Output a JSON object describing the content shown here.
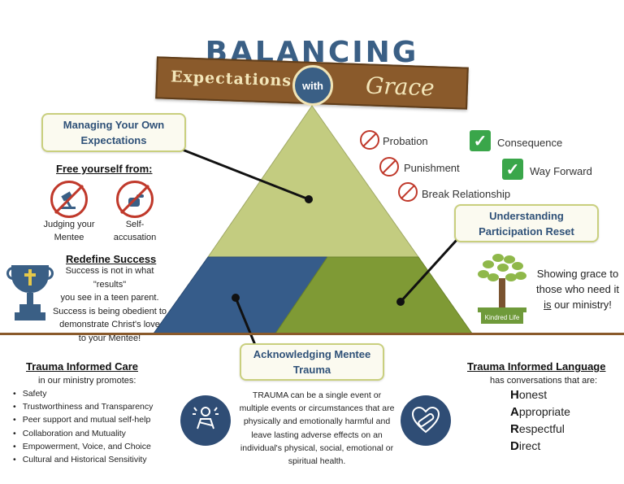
{
  "title": {
    "main": "BALANCING",
    "expectations": "Expectations",
    "with": "with",
    "grace": "Grace"
  },
  "left": {
    "managing_callout": "Managing Your Own Expectations",
    "free_heading": "Free yourself from:",
    "icon1_label_line1": "Judging your",
    "icon1_label_line2": "Mentee",
    "icon2_label_line1": "Self-",
    "icon2_label_line2": "accusation",
    "redefine_heading": "Redefine Success",
    "redefine_lines": [
      "Success is not in what \"results\"",
      "you see in a teen parent.",
      "Success is being obedient to",
      "demonstrate Christ's love",
      "to your Mentee!"
    ]
  },
  "right": {
    "stop_items": [
      "Probation",
      "Punishment",
      "Break Relationship"
    ],
    "check_items": [
      "Consequence",
      "Way Forward"
    ],
    "reset_callout": "Understanding Participation Reset",
    "grace_lines": [
      "Showing grace to",
      "those who need it",
      "is our ministry!"
    ],
    "grace_is": "is",
    "grace_rest": " our ministry!",
    "kindred_label": "Kindred Life"
  },
  "center": {
    "acknowledging_callout": "Acknowledging Mentee Trauma",
    "trauma_lines": [
      "TRAUMA can be a single event or",
      "multiple events or circumstances that are",
      "physically and emotionally harmful and",
      "leave lasting adverse effects on an",
      "individual's physical, social, emotional or",
      "spiritual health."
    ]
  },
  "care": {
    "heading": "Trauma Informed Care",
    "subheading": "in our ministry promotes:",
    "items": [
      "Safety",
      "Trustworthiness and Transparency",
      "Peer support and mutual self-help",
      "Collaboration and Mutuality",
      "Empowerment, Voice, and Choice",
      "Cultural and Historical Sensitivity"
    ]
  },
  "language": {
    "heading": "Trauma Informed Language",
    "subheading": "has conversations that are:",
    "items": [
      {
        "initial": "H",
        "rest": "onest"
      },
      {
        "initial": "A",
        "rest": "ppropriate"
      },
      {
        "initial": "R",
        "rest": "espectful"
      },
      {
        "initial": "D",
        "rest": "irect"
      }
    ]
  },
  "colors": {
    "navy": "#3a5f85",
    "brown": "#8a5a2b",
    "pyramid_top": "#c3cc80",
    "pyramid_left": "#365c8a",
    "pyramid_right": "#7f9a35",
    "stop_red": "#c0392b",
    "check_green": "#3aa64a"
  },
  "icons": {
    "judging": "gavel-icon",
    "self_accusation": "pointing-finger-icon",
    "trophy": "trophy-cross-icon",
    "tree": "tree-icon",
    "distress": "distressed-person-icon",
    "heart": "bandaged-heart-icon",
    "stop": "prohibited-icon",
    "check": "check-icon"
  }
}
